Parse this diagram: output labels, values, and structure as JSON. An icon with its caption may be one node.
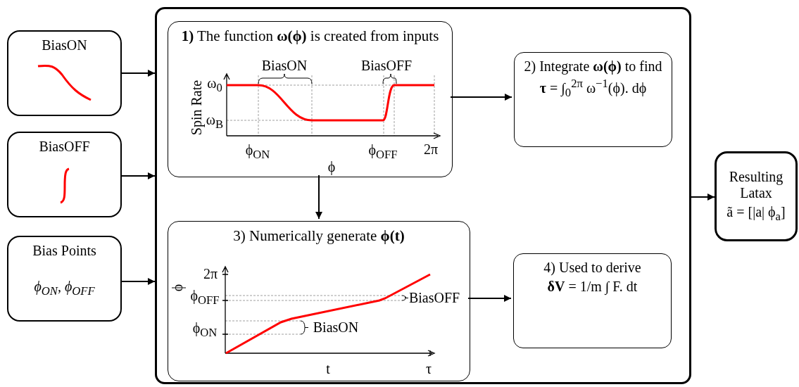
{
  "diagram": {
    "nodes": [
      {
        "text": [
          "BiasON"
        ]
      },
      {
        "text": [
          "BiasOFF"
        ]
      },
      {
        "text": [
          "Bias Points",
          "ϕ$_{ON}$, ϕ$_{OFF}$"
        ]
      },
      {
        "text": [],
        "shape": "box"
      },
      {
        "text": [
          "**1)** The function **ω(ϕ)** is created from inputs"
        ],
        "in": 3
      },
      {
        "text": [
          "2) Integrate **ω(ϕ)** to find",
          "**τ** = ∫$_{0}$$^{2π}$ ω$^{−1}$(ϕ). dϕ"
        ],
        "in": 3
      },
      {
        "text": [
          "3) Numerically generate **ϕ(t)**"
        ],
        "in": 3
      },
      {
        "text": [
          "4) Used to derive",
          "**δV** = 1/m ∫ F. dt"
        ],
        "in": 3
      },
      {
        "text": [
          "Resulting Latax",
          "ã = [|a| ϕ$_{a}$]"
        ]
      }
    ],
    "edges": [
      {
        "from": 0,
        "to": 3,
        "arrow": "to"
      },
      {
        "from": 1,
        "to": 3,
        "arrow": "to"
      },
      {
        "from": 2,
        "to": 3,
        "arrow": "to"
      },
      {
        "from": 4,
        "to": 5,
        "arrow": "to"
      },
      {
        "from": 4,
        "to": 6,
        "arrow": "to"
      },
      {
        "from": 6,
        "to": 7,
        "arrow": "to"
      },
      {
        "from": 3,
        "to": 8,
        "arrow": "to"
      }
    ],
    "labels": [
      "BiasON",
      "BiasOFF",
      "Spin Rate",
      "ω$_{0}$",
      "ω$_{B}$",
      "ϕ$_{ON}$",
      "ϕ$_{OFF}$",
      "2π",
      "ϕ",
      "2π",
      "ϕ$_{OFF}$",
      "ϕ$_{ON}$",
      "ϕ",
      "BiasOFF",
      "BiasON",
      "t",
      "τ"
    ]
  }
}
